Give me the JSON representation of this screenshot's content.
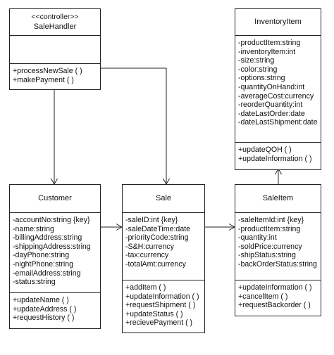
{
  "diagram": {
    "classes": [
      {
        "id": "salehandler",
        "stereotype": "<<controller>>",
        "name": "SaleHandler",
        "attributes": [],
        "operations": [
          "+processNewSale ( )",
          "+makePayment ( )"
        ]
      },
      {
        "id": "inventoryitem",
        "name": "InventoryItem",
        "attributes": [
          "-productItem:string",
          "-inventoryItem:int",
          "-size:string",
          "-color:string",
          "-options:string",
          "-quantityOnHand:int",
          "-averageCost:currency",
          "-reorderQuantity:int",
          "-dateLastOrder:date",
          "-dateLastShipment:date"
        ],
        "operations": [
          "+updateQOH ( )",
          "+updateInformation ( )"
        ]
      },
      {
        "id": "customer",
        "name": "Customer",
        "attributes": [
          "-accountNo:string {key}",
          "-name:string",
          "-billingAddress:string",
          "-shippingAddress:string",
          "-dayPhone:string",
          "-nightPhone:string",
          "-emailAddress:string",
          "-status:string"
        ],
        "operations": [
          "+updateName ( )",
          "+updateAddress ( )",
          "+requestHistory ( )"
        ]
      },
      {
        "id": "sale",
        "name": "Sale",
        "attributes": [
          "-saleID:int {key}",
          "-saleDateTime:date",
          "-priorityCode:string",
          "-S&H:currency",
          "-tax:currency",
          "-totalAmt:currency"
        ],
        "operations": [
          "+addItem ( )",
          "+updateInformation ( )",
          "+requestShipment ( )",
          "+updateStatus ( )",
          "+recievePayment ( )"
        ]
      },
      {
        "id": "saleitem",
        "name": "SaleItem",
        "attributes": [
          "-saleItemId:int {key}",
          "-productItem:string",
          "-quantity:int",
          "-soldPrice:currency",
          "-shipStatus:string",
          "-backOrderStatus:string"
        ],
        "operations": [
          "+updateInformation ( )",
          "+cancelItem ( )",
          "+requestBackorder ( )"
        ]
      }
    ],
    "connectors": [
      {
        "from": "salehandler",
        "to": "customer"
      },
      {
        "from": "salehandler",
        "to": "sale"
      },
      {
        "from": "customer",
        "to": "sale"
      },
      {
        "from": "sale",
        "to": "saleitem"
      },
      {
        "from": "saleitem",
        "to": "inventoryitem"
      }
    ]
  }
}
